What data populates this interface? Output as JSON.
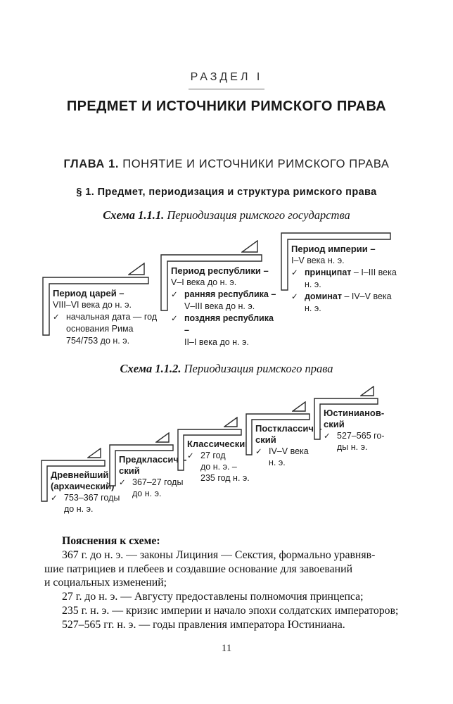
{
  "page_number": "11",
  "header": {
    "section_label": "РАЗДЕЛ I",
    "title": "ПРЕДМЕТ И ИСТОЧНИКИ РИМСКОГО ПРАВА",
    "chapter_label": "ГЛАВА 1.",
    "chapter_title": "ПОНЯТИЕ И ИСТОЧНИКИ РИМСКОГО ПРАВА",
    "paragraph_title": "§ 1. Предмет, периодизация и структура римского права"
  },
  "check_glyph": "✓",
  "schema1": {
    "label": "Схема 1.1.1.",
    "caption": "Периодизация римского государства",
    "boxes": [
      {
        "title": "Период царей –",
        "sub": "VIII–VI века до н. э.",
        "bullets": [
          {
            "bold": "",
            "text": "начальная дата — год\nоснования Рима\n754/753 до н. э."
          }
        ]
      },
      {
        "title": "Период республики –",
        "sub": "V–I века до н. э.",
        "bullets": [
          {
            "bold": "ранняя республика –",
            "text": "\nV–III века до н. э."
          },
          {
            "bold": "поздняя республика –",
            "text": "\nII–I века до н. э."
          }
        ]
      },
      {
        "title": "Период империи –",
        "sub": "I–V века н. э.",
        "bullets": [
          {
            "bold": "принципат",
            "text": " – I–III века\nн. э."
          },
          {
            "bold": "доминат",
            "text": " – IV–V века\nн. э."
          }
        ]
      }
    ]
  },
  "schema2": {
    "label": "Схема 1.1.2.",
    "caption": "Периодизация римского права",
    "steps": [
      {
        "title": "Древнейший\n(архаический)",
        "bullet": "753–367 годы\nдо н. э."
      },
      {
        "title": "Предклассиче-\nский",
        "bullet": "367–27 годы\nдо н. э."
      },
      {
        "title": "Классический",
        "bullet": "27 год\nдо н. э. –\n235 год н. э."
      },
      {
        "title": "Постклассиче-\nский",
        "bullet": "IV–V века\nн. э."
      },
      {
        "title": "Юстинианов-\nский",
        "bullet": "527–565 го-\nды н. э."
      }
    ]
  },
  "notes": {
    "heading": "Пояснения к схеме:",
    "paragraphs": [
      "367 г. до н. э. — законы Лициния — Секстия, формально уравняв-\nшие патрициев и плебеев и создавшие основание для завоеваний\nи социальных изменений;",
      "27 г. до н. э. — Августу предоставлены полномочия принцепса;",
      "235 г. н. э. — кризис империи и начало эпохи солдатских императоров;",
      "527–565 гг. н. э. — годы правления императора Юстиниана."
    ]
  }
}
